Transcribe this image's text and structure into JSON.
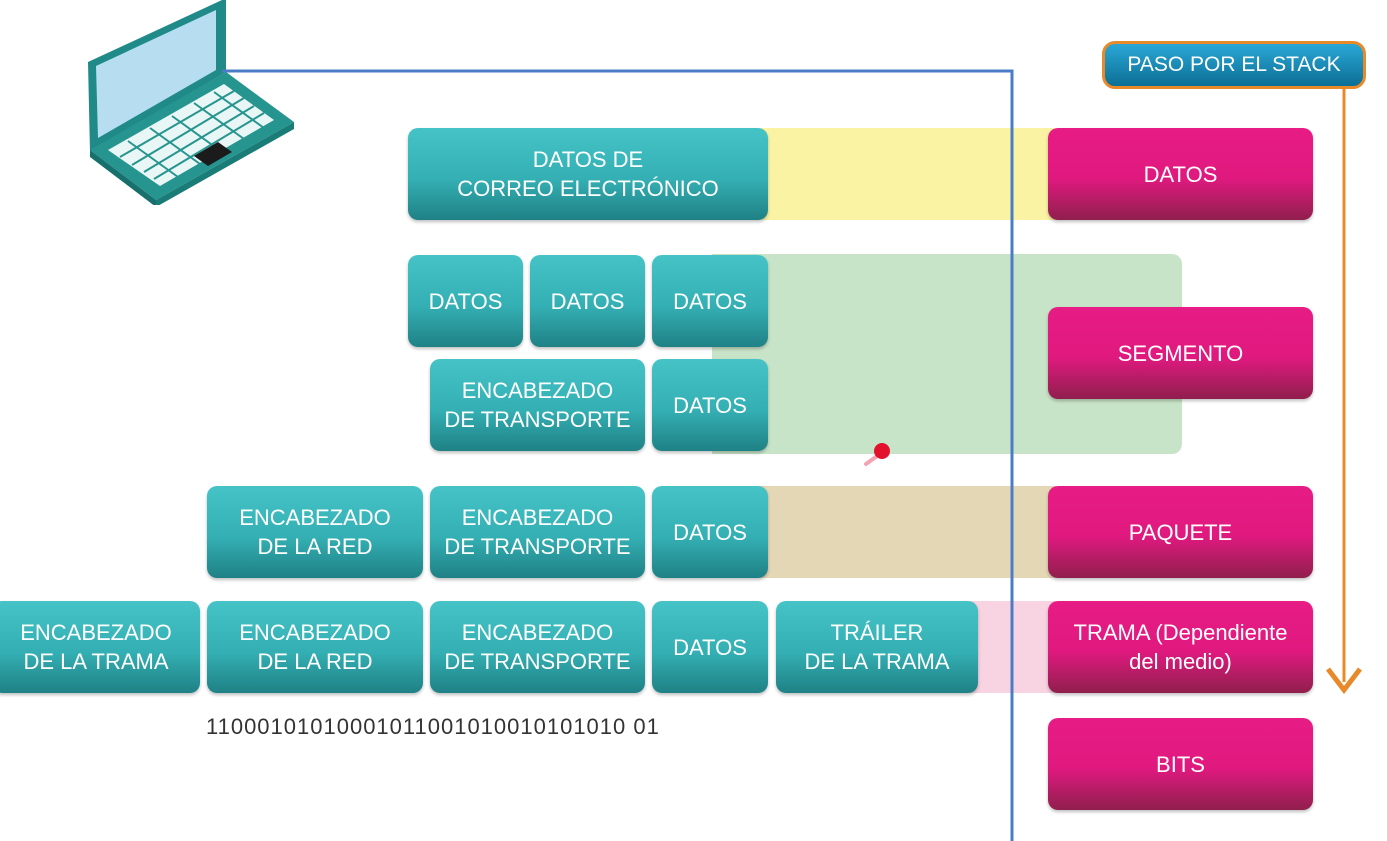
{
  "badge": "PASO POR EL STACK",
  "layers": {
    "datos": "DATOS",
    "segmento": "SEGMENTO",
    "paquete": "PAQUETE",
    "trama": "TRAMA (Dependiente\ndel medio)",
    "bits": "BITS"
  },
  "blocks": {
    "email": "DATOS DE\nCORREO ELECTRÓNICO",
    "datos": "DATOS",
    "transport_header": "ENCABEZADO\nDE TRANSPORTE",
    "network_header": "ENCABEZADO\nDE LA RED",
    "frame_header": "ENCABEZADO\nDE LA TRAMA",
    "frame_trailer": "TRÁILER\nDE LA TRAMA"
  },
  "bitstream": "11000101010001011001010010101010 01",
  "colors": {
    "teal": "#34b0b4",
    "magenta": "#e0197f",
    "band_data": "#fbf3a4",
    "band_segment": "#c8e4c8",
    "band_packet": "#e4d7b6",
    "band_frame": "#f8d3e2",
    "line_blue": "#4a7cc7",
    "arrow_orange": "#e88a2a"
  }
}
